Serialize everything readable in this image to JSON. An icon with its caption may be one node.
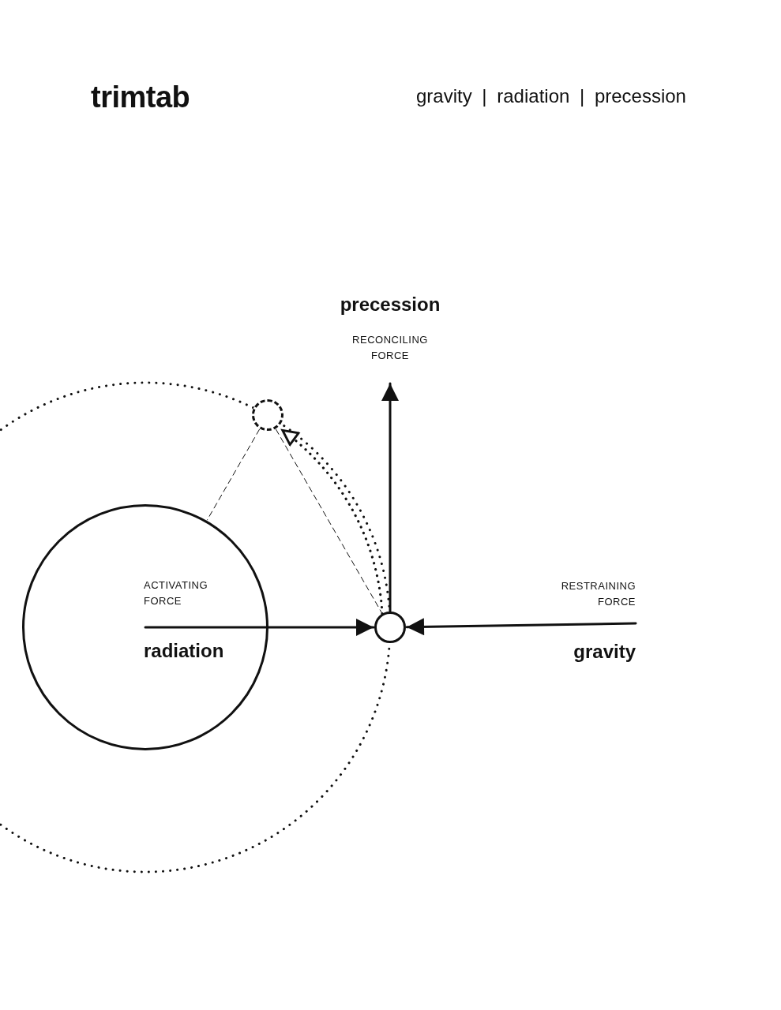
{
  "diagram": {
    "title": "trimtab",
    "nodes": [
      {
        "text": [
          "ACTIVATING FORCE",
          "radiation"
        ]
      },
      {
        "text": [],
        "shape": "circle"
      },
      {
        "text": [
          "precession",
          "RECONCILING FORCE"
        ]
      },
      {
        "text": [
          "RESTRAINING FORCE",
          "gravity"
        ]
      },
      {
        "text": [],
        "shape": "circle"
      }
    ],
    "edges": [
      {
        "from": 0,
        "to": 1,
        "arrow": "to"
      },
      {
        "from": 3,
        "to": 1,
        "arrow": "to"
      },
      {
        "from": 1,
        "to": 2,
        "arrow": "to"
      },
      {
        "from": 1,
        "to": 4,
        "arrow": "to",
        "style": "dashed"
      },
      {
        "from": 4,
        "to": 0,
        "arrow": "none",
        "style": "dashed"
      },
      {
        "from": 4,
        "to": 1,
        "arrow": "none",
        "style": "dashed"
      }
    ],
    "labels": [
      "gravity | radiation | precession"
    ]
  }
}
